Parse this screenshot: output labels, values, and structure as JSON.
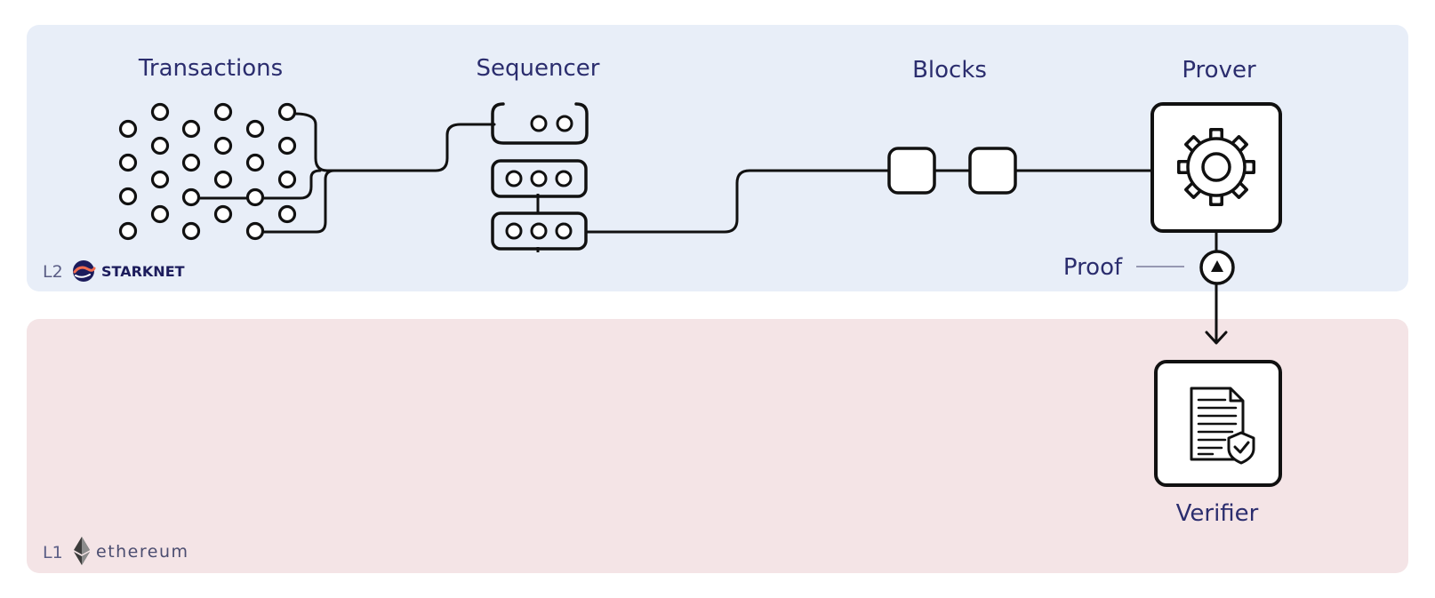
{
  "layers": {
    "l2": {
      "label": "L2",
      "brand": "STARKNET",
      "brand_color": "#1c1c5c"
    },
    "l1": {
      "label": "L1",
      "brand": "ethereum",
      "brand_color": "#4b4d70"
    }
  },
  "nodes": {
    "transactions": "Transactions",
    "sequencer": "Sequencer",
    "blocks": "Blocks",
    "prover": "Prover",
    "proof": "Proof",
    "verifier": "Verifier"
  },
  "icons": {
    "prover": "gear-icon",
    "verifier": "verified-document-icon",
    "proof": "proof-badge-icon",
    "starknet_logo": "starknet-logo-icon",
    "ethereum_logo": "ethereum-logo-icon"
  },
  "colors": {
    "l2_background": "#e8eef8",
    "l1_background": "#f4e4e6",
    "title_text": "#2b2d6e",
    "stroke": "#111111"
  }
}
